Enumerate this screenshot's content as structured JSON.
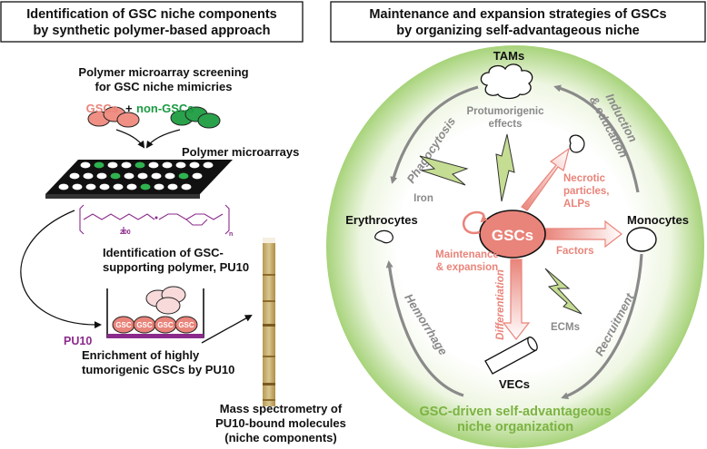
{
  "left_panel": {
    "header_line1": "Identification of GSC niche components",
    "header_line2": "by synthetic polymer-based approach",
    "screen_line1": "Polymer microarray screening",
    "screen_line2": "for GSC niche mimicries",
    "gscs": "GSCs",
    "plus": "+",
    "non_gscs": "non-GSCs",
    "microarrays": "Polymer microarrays",
    "ident_line1": "Identification of GSC-",
    "ident_line2": "supporting polymer, PU10",
    "polymer_sub_left": "200",
    "polymer_sub_right": "n",
    "cell_label": "GSC",
    "pu10": "PU10",
    "enrich_line1": "Enrichment of highly",
    "enrich_line2": "tumorigenic GSCs by PU10",
    "mass_line1": "Mass spectrometry of",
    "mass_line2": "PU10-bound molecules",
    "mass_line3": "(niche components)"
  },
  "right_panel": {
    "header_line1": "Maintenance and expansion strategies of GSCs",
    "header_line2": "by organizing self-advantageous niche",
    "center": "GSCs",
    "tams": "TAMs",
    "protumorigenic_line1": "Protumorigenic",
    "protumorigenic_line2": "effects",
    "phagocytosis": "Phagocytosis",
    "induction_line1": "Induction",
    "induction_line2": "& education",
    "iron": "Iron",
    "necrotic_line1": "Necrotic",
    "necrotic_line2": "particles,",
    "necrotic_line3": "ALPs",
    "erythrocytes": "Erythrocytes",
    "monocytes": "Monocytes",
    "maintenance_line1": "Maintenance",
    "maintenance_line2": "& expansion",
    "factors": "Factors",
    "differentiation": "Differentiation",
    "hemorrhage": "Hemorrhage",
    "recruitment": "Recruitment",
    "ecms": "ECMs",
    "vecs": "VECs",
    "footer_line1": "GSC-driven self-advantageous",
    "footer_line2": "niche organization"
  },
  "colors": {
    "pink": "#e9847a",
    "green": "#1a9a42",
    "purple": "#8b2a8b",
    "gray": "#8a8a8a",
    "halo": "#a7d37a",
    "bolt": "#c5dd92"
  }
}
